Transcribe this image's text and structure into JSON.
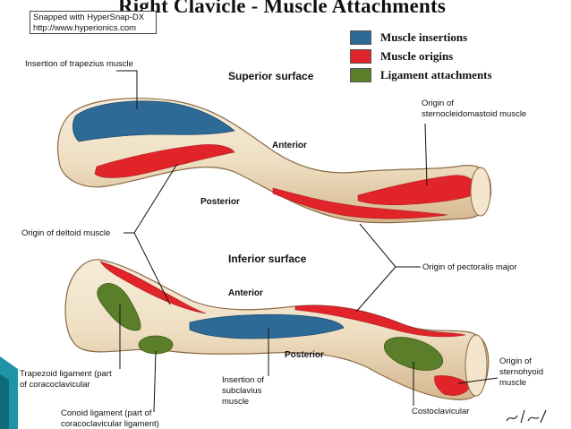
{
  "title": "Right Clavicle - Muscle Attachments",
  "snapshot": {
    "line1": "Snapped with HyperSnap-DX",
    "line2": "http://www.hyperionics.com"
  },
  "legend": [
    {
      "label": "Muscle insertions",
      "color": "#2e6a96"
    },
    {
      "label": "Muscle origins",
      "color": "#e0242a"
    },
    {
      "label": "Ligament attachments",
      "color": "#5b7e2a"
    }
  ],
  "surfaces": {
    "superior": "Superior surface",
    "inferior": "Inferior surface"
  },
  "orientation": {
    "anterior_top": "Anterior",
    "posterior_top": "Posterior",
    "anterior_bottom": "Anterior",
    "posterior_bottom": "Posterior"
  },
  "labels": {
    "trapezius": "Insertion of trapezius muscle",
    "scm_1": "Origin of",
    "scm_2": "sternocleidomastoid muscle",
    "deltoid": "Origin of deltoid muscle",
    "pectoralis": "Origin of pectoralis major",
    "trapezoid_1": "Trapezoid ligament (part",
    "trapezoid_2": "of coracoclavicular",
    "conoid_1": "Conoid ligament (part of",
    "conoid_2": "coracoclavicular ligament)",
    "subclavius_1": "Insertion of",
    "subclavius_2": "subclavius",
    "subclavius_3": "muscle",
    "costoclavicular": "Costoclavicular",
    "sternohyoid_1": "Origin of",
    "sternohyoid_2": "sternohyoid",
    "sternohyoid_3": "muscle"
  },
  "colors": {
    "bone": "#efe0c4",
    "bone_shadow": "#c9a77a",
    "bone_highlight": "#f8f2e6",
    "accent_teal": "#1f93a7"
  }
}
